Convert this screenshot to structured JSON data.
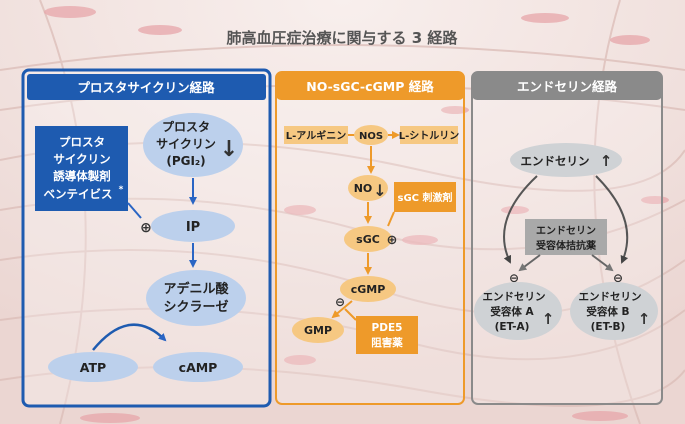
{
  "title": "肺高血圧症治療に関与する 3 経路",
  "colors": {
    "blue": "#1e5bb0",
    "blue_node": "#bcd0ec",
    "blue_arrow": "#2a65c4",
    "orange": "#ee9a2a",
    "orange_node": "#f6c882",
    "gray": "#8a8a8a",
    "gray_node": "#cfd2d5"
  },
  "prostacyclin": {
    "header": "プロスタサイクリン経路",
    "drug_line1": "プロスタ",
    "drug_line2": "サイクリン",
    "drug_line3": "誘導体製剤",
    "drug_line4": "ベンテイビス",
    "drug_mark": "*",
    "pgi2_line1": "プロスタ",
    "pgi2_line2": "サイクリン",
    "pgi2_line3": "(PGI₂)",
    "down_arrow": "↓",
    "plus": "⊕",
    "ip": "IP",
    "ac_line1": "アデニル酸",
    "ac_line2": "シクラーゼ",
    "atp": "ATP",
    "camp": "cAMP"
  },
  "no_pathway": {
    "header": "NO-sGC-cGMP 経路",
    "arginine": "L-アルギニン",
    "nos": "NOS",
    "citrulline": "L-シトルリン",
    "no": "NO",
    "down_arrow": "↓",
    "sgc_stim": "sGC 刺激剤",
    "sgc": "sGC",
    "plus": "⊕",
    "cgmp": "cGMP",
    "minus": "⊖",
    "gmp": "GMP",
    "pde5_line1": "PDE5",
    "pde5_line2": "阻害薬"
  },
  "endothelin": {
    "header": "エンドセリン経路",
    "et": "エンドセリン",
    "up_arrow": "↑",
    "antag_line1": "エンドセリン",
    "antag_line2": "受容体拮抗薬",
    "minus": "⊖",
    "eta_line1": "エンドセリン",
    "eta_line2": "受容体 A",
    "eta_line3": "(ET-A)",
    "etb_line1": "エンドセリン",
    "etb_line2": "受容体 B",
    "etb_line3": "(ET-B)"
  }
}
